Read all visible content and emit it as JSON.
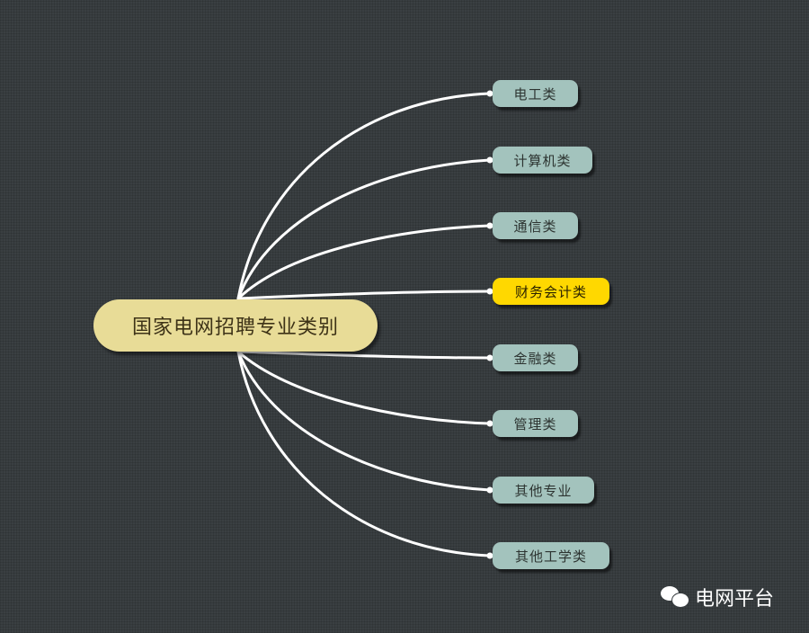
{
  "diagram": {
    "type": "mind-map",
    "root": {
      "label": "国家电网招聘专业类别",
      "color": "#e8dc97"
    },
    "children": [
      {
        "label": "电工类",
        "highlight": false
      },
      {
        "label": "计算机类",
        "highlight": false
      },
      {
        "label": "通信类",
        "highlight": false
      },
      {
        "label": "财务会计类",
        "highlight": true
      },
      {
        "label": "金融类",
        "highlight": false
      },
      {
        "label": "管理类",
        "highlight": false
      },
      {
        "label": "其他专业",
        "highlight": false
      },
      {
        "label": "其他工学类",
        "highlight": false
      }
    ],
    "colors": {
      "background": "#3a3f42",
      "child_node": "#a3c3bd",
      "highlight_node": "#ffd800",
      "connector": "#ffffff"
    }
  },
  "watermark": {
    "icon": "wechat-icon",
    "label": "电网平台"
  }
}
